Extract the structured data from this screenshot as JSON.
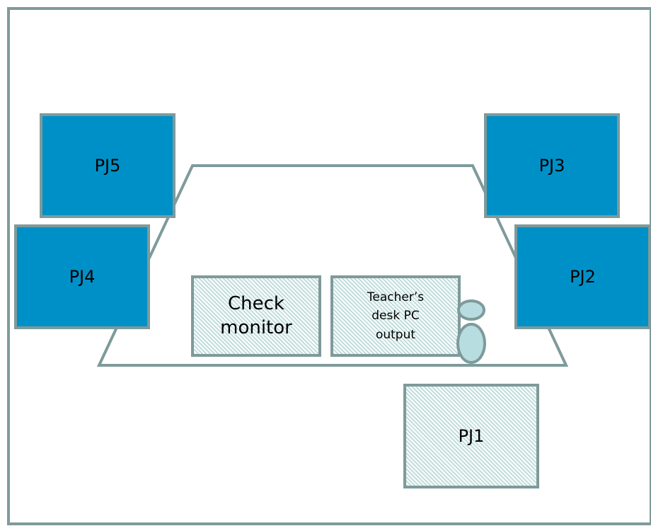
{
  "diagram": {
    "colors": {
      "outline": "#7f9a9a",
      "projector_fill": "#0090c8",
      "hatched_fill": "#f4fafa",
      "hatch_line": "#b6d4d4",
      "person_fill": "#b8dde0"
    },
    "projectors": {
      "pj1": "PJ1",
      "pj2": "PJ2",
      "pj3": "PJ3",
      "pj4": "PJ4",
      "pj5": "PJ5"
    },
    "check_monitor": "Check\nmonitor",
    "teacher_desk_pc": "Teacher’s\ndesk PC\noutput",
    "person_icon": "person-icon"
  }
}
